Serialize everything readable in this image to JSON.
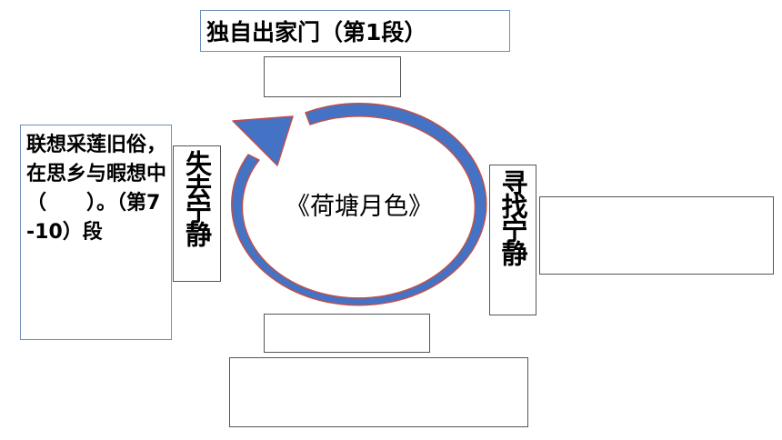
{
  "title": "独自出家门（第1段）",
  "center": "《荷塘月色》",
  "left_box": "联想采莲旧俗，在思乡与暇想中（　　）。（第7-10）段",
  "left_vertical": "失去宁静",
  "right_vertical": "寻找宁静",
  "colors": {
    "arrow_fill": "#4472c4",
    "arrow_outline": "#c0504d",
    "box_border": "#6f8fb8"
  }
}
